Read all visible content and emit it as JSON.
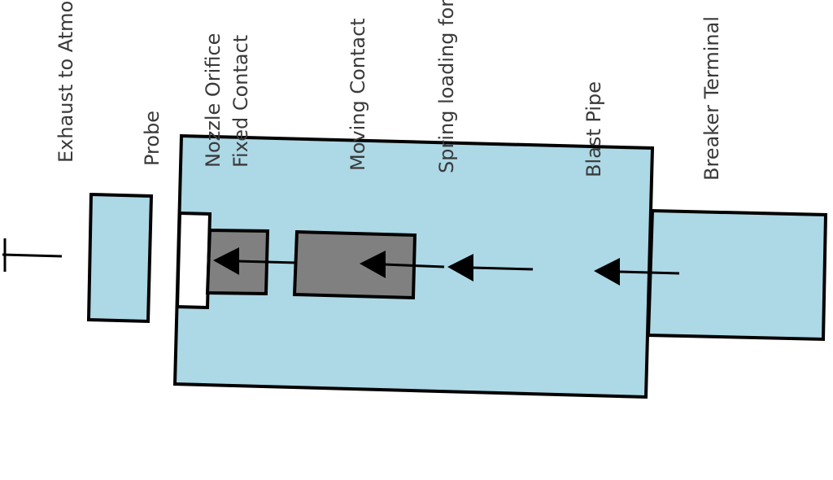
{
  "labels": {
    "exhaust": "Exhaust to Atmosphere",
    "probe": "Probe",
    "nozzle_orifice": "Nozzle Orifice",
    "fixed_contact": "Fixed Contact",
    "moving_contact": "Moving Contact",
    "spring": "Spring loading for Moving Contact",
    "blast_pipe": "Blast Pipe",
    "breaker_terminal": "Breaker Terminal"
  },
  "colors": {
    "chamber": "#add8e6",
    "contact": "#808080",
    "nozzle": "#ffffff",
    "outline": "#000000",
    "text": "#3a3a3a"
  }
}
